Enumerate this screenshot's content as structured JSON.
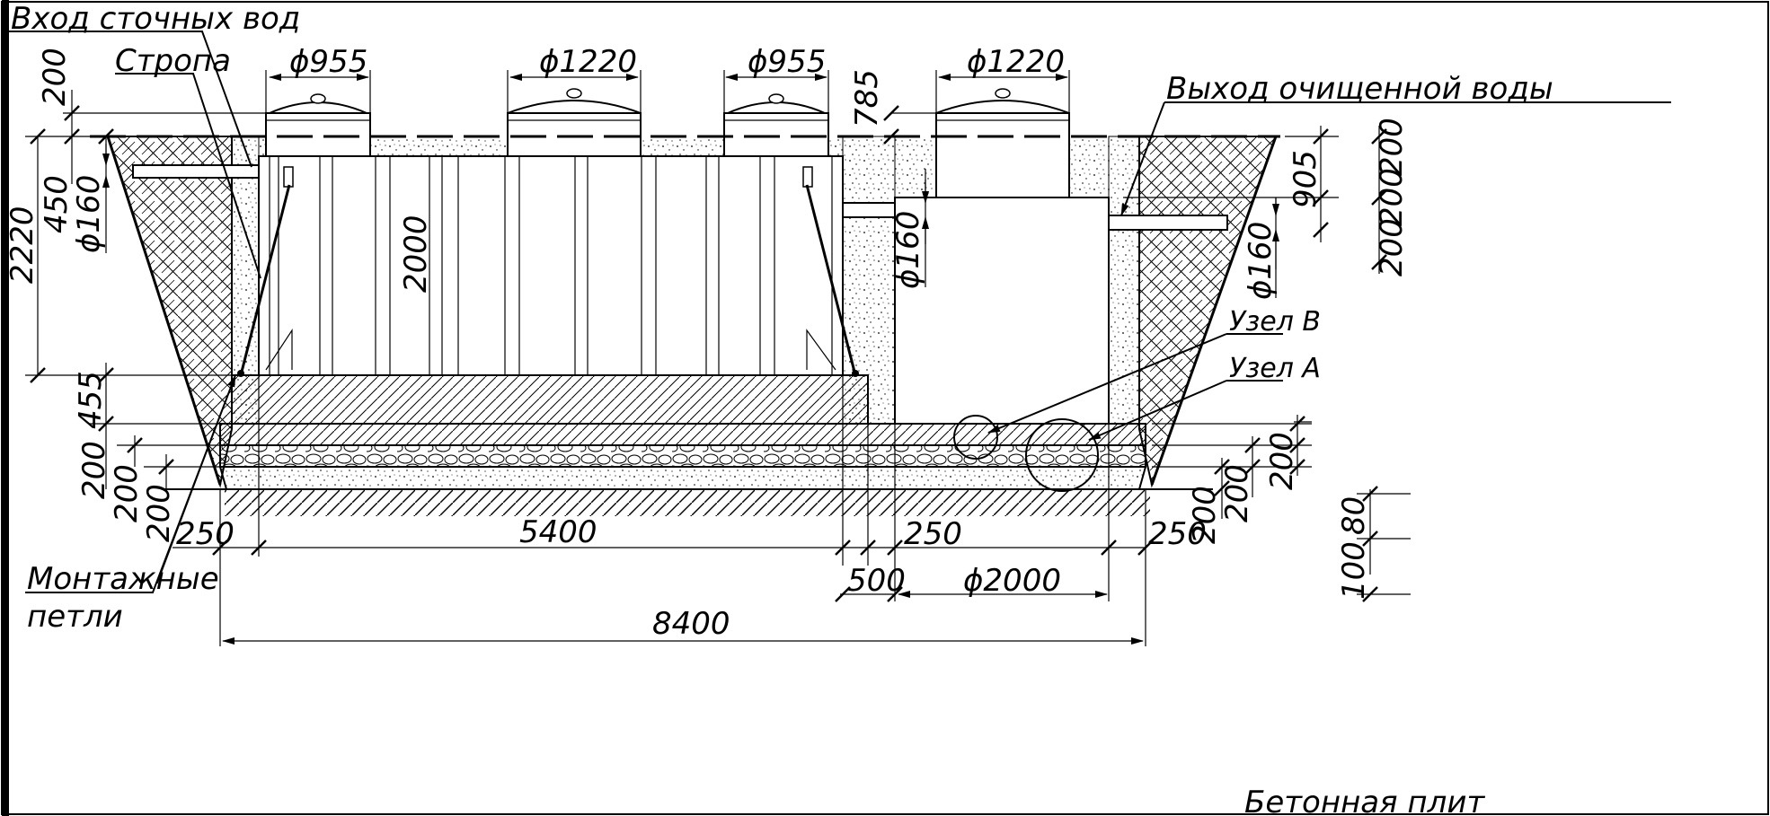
{
  "callouts": {
    "inlet": "Вход сточных вод",
    "sling": "Стропа",
    "outlet": "Выход очищенной воды",
    "node_b": "Узел В",
    "node_a": "Узел А",
    "loops_line1": "Монтажные",
    "loops_line2": "петли",
    "slab_partial": "Бетонная плит"
  },
  "dimensions": {
    "hatch_d1": "ϕ955",
    "hatch_d2": "ϕ1220",
    "hatch_d3": "ϕ955",
    "hatch_d4": "ϕ1220",
    "d785": "785",
    "d200_top": "200",
    "d2220": "2220",
    "d450": "450",
    "d160_left": "ϕ160",
    "d2000_height": "2000",
    "d160_mid": "ϕ160",
    "d905": "905",
    "d160_right": "ϕ160",
    "d200_r1": "200",
    "d200_r2": "200",
    "d200_r3": "200",
    "d455": "455",
    "d200_l1": "200",
    "d200_l2": "200",
    "d200_l3": "200",
    "d250_left": "250",
    "d5400": "5400",
    "d250_mid": "250",
    "d250_right": "250",
    "d200_b1": "200",
    "d200_b2": "200",
    "d200_b3": "200",
    "d80": "80",
    "d100": "100",
    "d500": "500",
    "d2000_diam": "ϕ2000",
    "d8400": "8400"
  }
}
